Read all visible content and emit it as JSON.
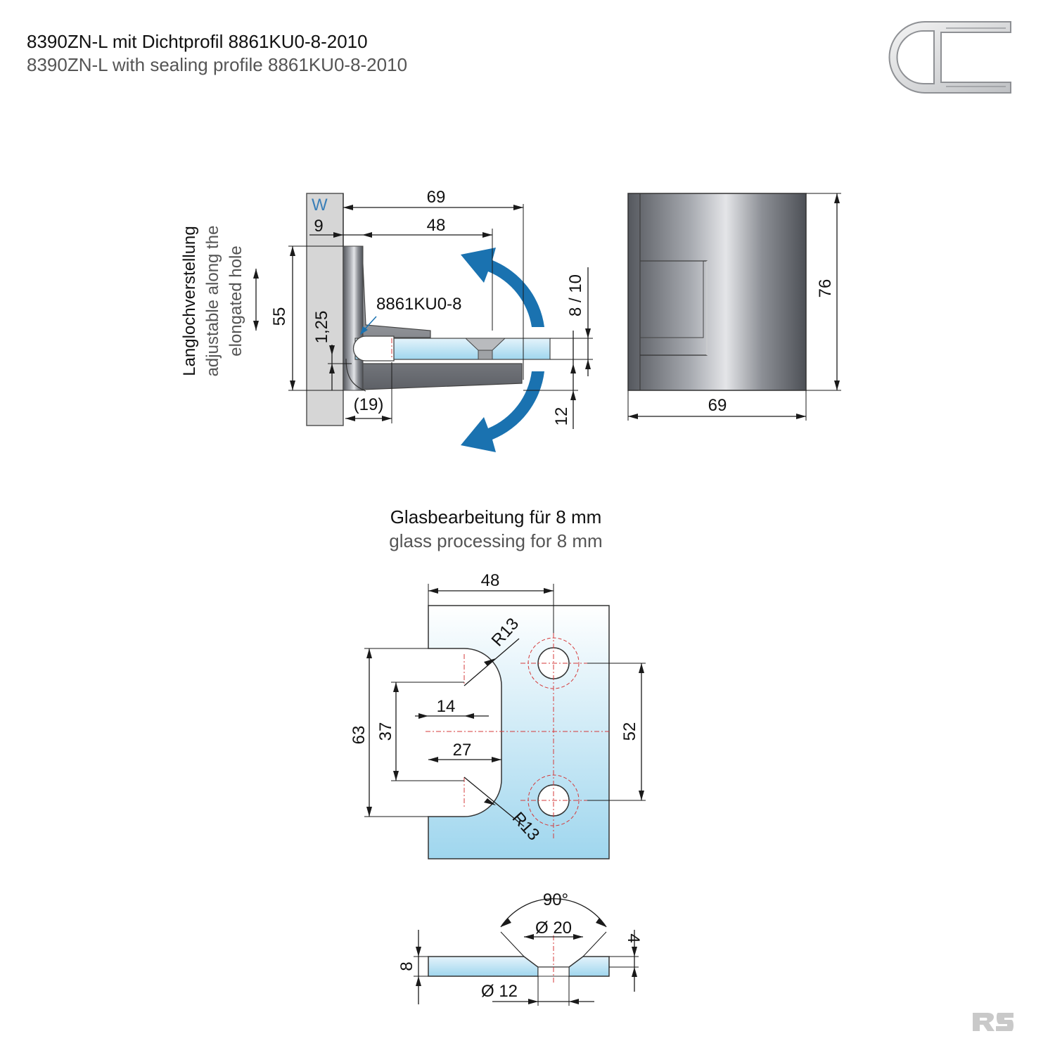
{
  "header": {
    "title_de": "8390ZN-L mit Dichtprofil 8861KU0-8-2010",
    "title_en": "8390ZN-L with sealing profile 8861KU0-8-2010"
  },
  "side_view": {
    "wall_label": "W",
    "dim_69": "69",
    "dim_9": "9",
    "dim_48": "48",
    "dim_55": "55",
    "dim_125": "1,25",
    "dim_19": "(19)",
    "dim_810": "8 / 10",
    "dim_12": "12",
    "seal_label": "8861KU0-8",
    "adjust_de": "Langlochverstellung",
    "adjust_en_1": "adjustable along the",
    "adjust_en_2": "elongated hole"
  },
  "front_view": {
    "dim_height": "76",
    "dim_width": "69"
  },
  "glass_section": {
    "title_de": "Glasbearbeitung für 8 mm",
    "title_en": "glass processing for 8 mm",
    "dim_48": "48",
    "r_top": "R13",
    "r_bottom": "R13",
    "dim_14": "14",
    "dim_27": "27",
    "dim_63": "63",
    "dim_37": "37",
    "dim_52": "52"
  },
  "hole_detail": {
    "angle": "90°",
    "dia_top": "Ø 20",
    "dia_bottom": "Ø 12",
    "dim_4": "4",
    "dim_8": "8"
  },
  "colors": {
    "accent_arrow": "#1a72b0",
    "glass_light": "#ffffff",
    "glass_dark": "#9fd6ee",
    "wall_gray": "#d6d6d6",
    "centerline": "#d43a3a",
    "wall_label": "#3a7fb8"
  },
  "icons": {
    "profile": "sealing-profile-icon",
    "logo": "rs-logo-icon"
  }
}
